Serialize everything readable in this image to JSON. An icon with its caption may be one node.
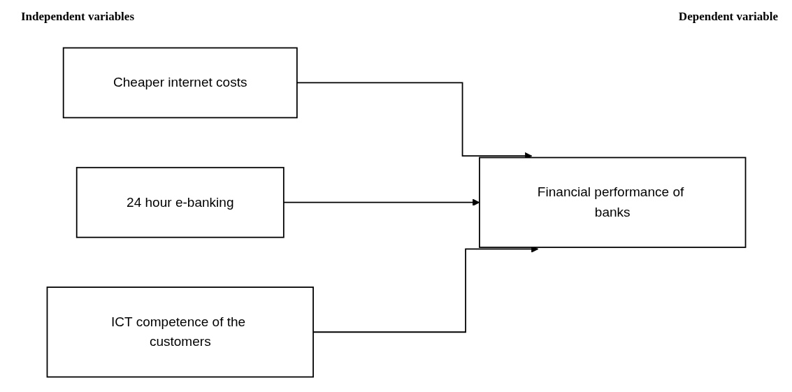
{
  "diagram": {
    "nodes": [
      {
        "text": [
          "Cheaper internet costs"
        ]
      },
      {
        "text": [
          "24 hour e-banking"
        ]
      },
      {
        "text": [
          "ICT competence of the customers"
        ]
      },
      {
        "text": [
          "Financial performance of banks"
        ]
      }
    ],
    "edges": [
      {
        "from": 0,
        "to": 3,
        "arrow": "to"
      },
      {
        "from": 1,
        "to": 3,
        "arrow": "to"
      },
      {
        "from": 2,
        "to": 3,
        "arrow": "to"
      }
    ],
    "labels": [
      "Independent variables",
      "Dependent variable"
    ]
  }
}
